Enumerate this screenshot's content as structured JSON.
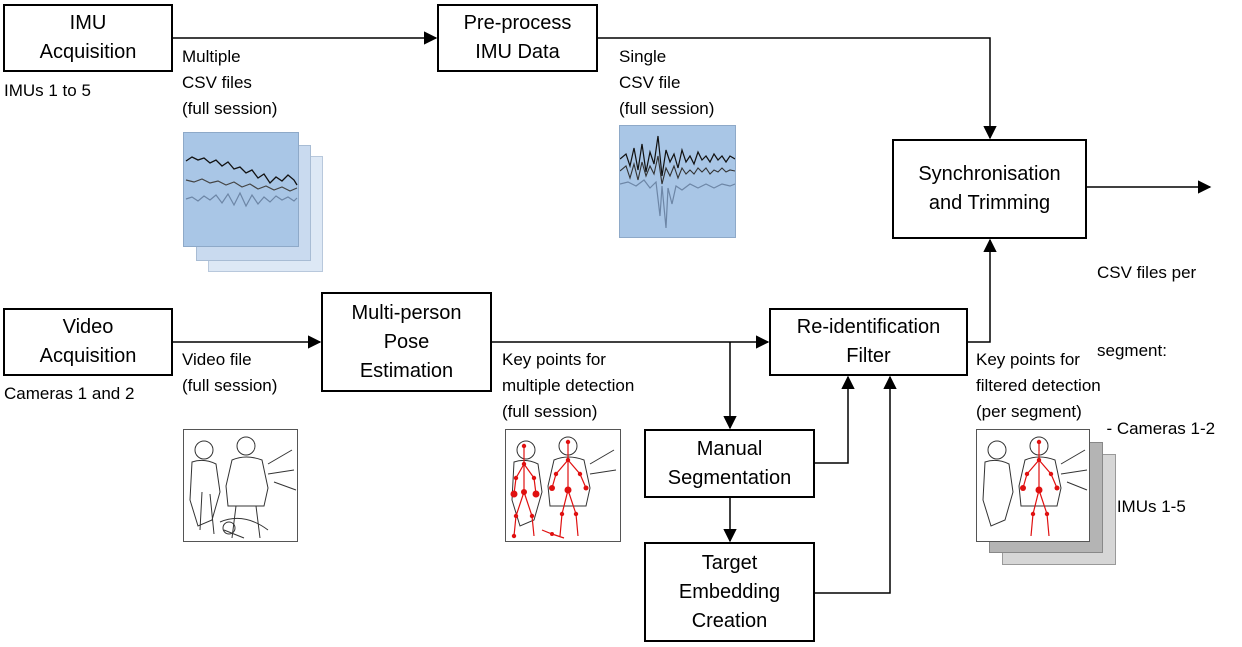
{
  "boxes": {
    "imu_acquisition": [
      "IMU",
      "Acquisition"
    ],
    "preprocess": [
      "Pre-process",
      "IMU Data"
    ],
    "sync": [
      "Synchronisation",
      "and Trimming"
    ],
    "video_acquisition": [
      "Video",
      "Acquisition"
    ],
    "pose_estimation": [
      "Multi-person",
      "Pose",
      "Estimation"
    ],
    "reid_filter": [
      "Re-identification",
      "Filter"
    ],
    "manual_segmentation": [
      "Manual",
      "Segmentation"
    ],
    "target_embedding": [
      "Target",
      "Embedding",
      "Creation"
    ]
  },
  "labels": {
    "imus_range": "IMUs 1 to 5",
    "cameras_range": "Cameras 1 and 2",
    "multiple_csv": [
      "Multiple",
      "CSV files",
      "(full session)"
    ],
    "single_csv": [
      "Single",
      "CSV file",
      "(full session)"
    ],
    "csv_per_segment": [
      "CSV files per",
      "segment:",
      "  - Cameras 1-2",
      "  - IMUs 1-5"
    ],
    "video_file": [
      "Video file",
      "(full session)"
    ],
    "keypoints_multiple": [
      "Key points for",
      "multiple detection",
      "(full session)"
    ],
    "keypoints_filtered": [
      "Key points for",
      "filtered detection",
      "(per segment)"
    ]
  },
  "colors": {
    "signal_fill": "#a9c6e6",
    "keypoint_red": "#e01010",
    "stroke": "#000000"
  }
}
